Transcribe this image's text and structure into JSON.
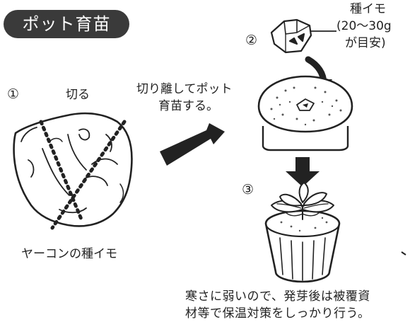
{
  "title": "ポット育苗",
  "steps": [
    {
      "num": "①",
      "label": "切る"
    },
    {
      "num": "②"
    },
    {
      "num": "③"
    }
  ],
  "labels": {
    "cut_note_line1": "切り離してポット",
    "cut_note_line2": "育苗する。",
    "seed_tuber_caption": "ヤーコンの種イモ",
    "seed_piece_title": "種イモ",
    "seed_piece_size": "(20～30g",
    "seed_piece_guide": "が目安)",
    "care_note_line1": "寒さに弱いので、発芽後は被覆資",
    "care_note_line2": "材等で保温対策をしっかり行う。"
  },
  "colors": {
    "ink": "#222222",
    "badge_bg": "#3a3a3a",
    "badge_text": "#ffffff",
    "soil_dots": "#555555"
  },
  "icons": [
    "tuber-illustration",
    "arrow-right-icon",
    "arrow-down-icon",
    "seed-piece-illustration",
    "pot-illustration",
    "seedling-illustration"
  ]
}
